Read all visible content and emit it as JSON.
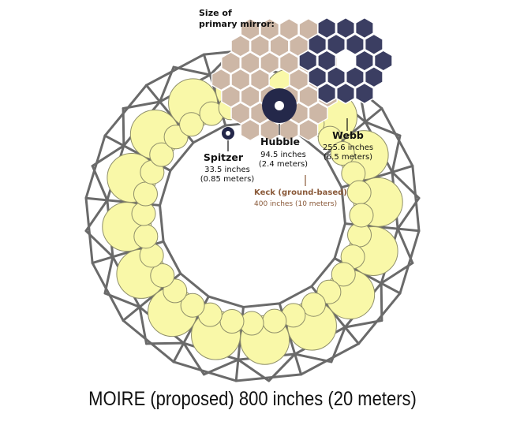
{
  "header": {
    "line1": "Size of",
    "line2": "primary mirror:"
  },
  "telescopes": [
    {
      "id": "spitzer",
      "name": "Spitzer",
      "size_imperial": "33.5 inches",
      "size_metric": "(0.85 meters)"
    },
    {
      "id": "hubble",
      "name": "Hubble",
      "size_imperial": "94.5 inches",
      "size_metric": "(2.4 meters)"
    },
    {
      "id": "webb",
      "name": "Webb",
      "size_imperial": "255.6 inches",
      "size_metric": "(6.5 meters)"
    },
    {
      "id": "keck",
      "name": "Keck",
      "qualifier": "(ground-based)",
      "size_text": "400 inches (10 meters)"
    }
  ],
  "caption": "MOIRE (proposed) 800 inches (20 meters)",
  "colors": {
    "moire_segment_fill": "#f9f8a8",
    "moire_segment_stroke": "#8f8f6a",
    "truss": "#6a6a6a",
    "keck_hex": "#cdb7a6",
    "webb_hex": "#3b3e62",
    "hubble": "#24284a",
    "spitzer": "#24284a",
    "keck_text": "#8a5a3a"
  }
}
